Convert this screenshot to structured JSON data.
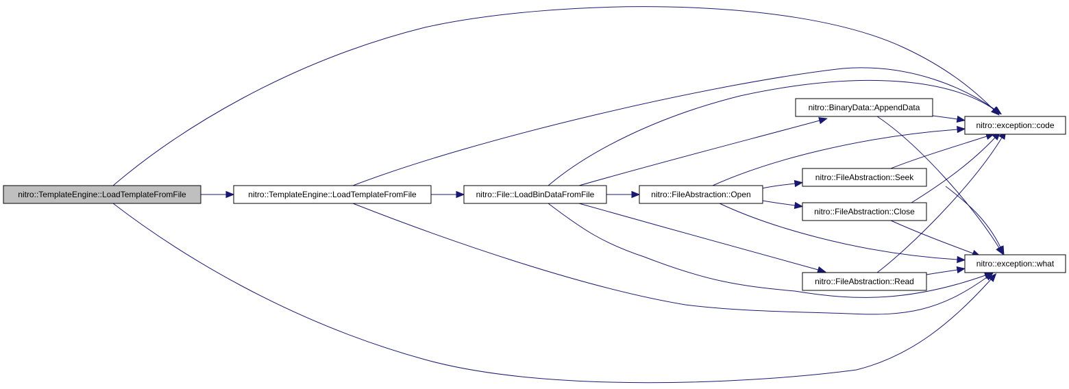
{
  "graph": {
    "nodes": [
      {
        "id": "root",
        "label": "nitro::TemplateEngine::LoadTemplateFromFile",
        "highlighted": true
      },
      {
        "id": "ltff",
        "label": "nitro::TemplateEngine::LoadTemplateFromFile"
      },
      {
        "id": "lbdff",
        "label": "nitro::File::LoadBinDataFromFile"
      },
      {
        "id": "open",
        "label": "nitro::FileAbstraction::Open"
      },
      {
        "id": "append",
        "label": "nitro::BinaryData::AppendData"
      },
      {
        "id": "seek",
        "label": "nitro::FileAbstraction::Seek"
      },
      {
        "id": "close",
        "label": "nitro::FileAbstraction::Close"
      },
      {
        "id": "read",
        "label": "nitro::FileAbstraction::Read"
      },
      {
        "id": "code",
        "label": "nitro::exception::code"
      },
      {
        "id": "what",
        "label": "nitro::exception::what"
      }
    ],
    "edges": [
      {
        "from": "root",
        "to": "ltff"
      },
      {
        "from": "root",
        "to": "code"
      },
      {
        "from": "root",
        "to": "what"
      },
      {
        "from": "ltff",
        "to": "lbdff"
      },
      {
        "from": "ltff",
        "to": "code"
      },
      {
        "from": "ltff",
        "to": "what"
      },
      {
        "from": "lbdff",
        "to": "open"
      },
      {
        "from": "lbdff",
        "to": "append"
      },
      {
        "from": "lbdff",
        "to": "read"
      },
      {
        "from": "lbdff",
        "to": "code"
      },
      {
        "from": "lbdff",
        "to": "what"
      },
      {
        "from": "open",
        "to": "seek"
      },
      {
        "from": "open",
        "to": "close"
      },
      {
        "from": "open",
        "to": "code"
      },
      {
        "from": "open",
        "to": "what"
      },
      {
        "from": "append",
        "to": "code"
      },
      {
        "from": "append",
        "to": "what"
      },
      {
        "from": "seek",
        "to": "code"
      },
      {
        "from": "seek",
        "to": "what"
      },
      {
        "from": "close",
        "to": "code"
      },
      {
        "from": "close",
        "to": "what"
      },
      {
        "from": "read",
        "to": "code"
      },
      {
        "from": "read",
        "to": "what"
      }
    ]
  },
  "colors": {
    "edge": "#191970",
    "node_fill": "#ffffff",
    "highlight_fill": "#bfbfbf",
    "node_border": "#000000"
  }
}
